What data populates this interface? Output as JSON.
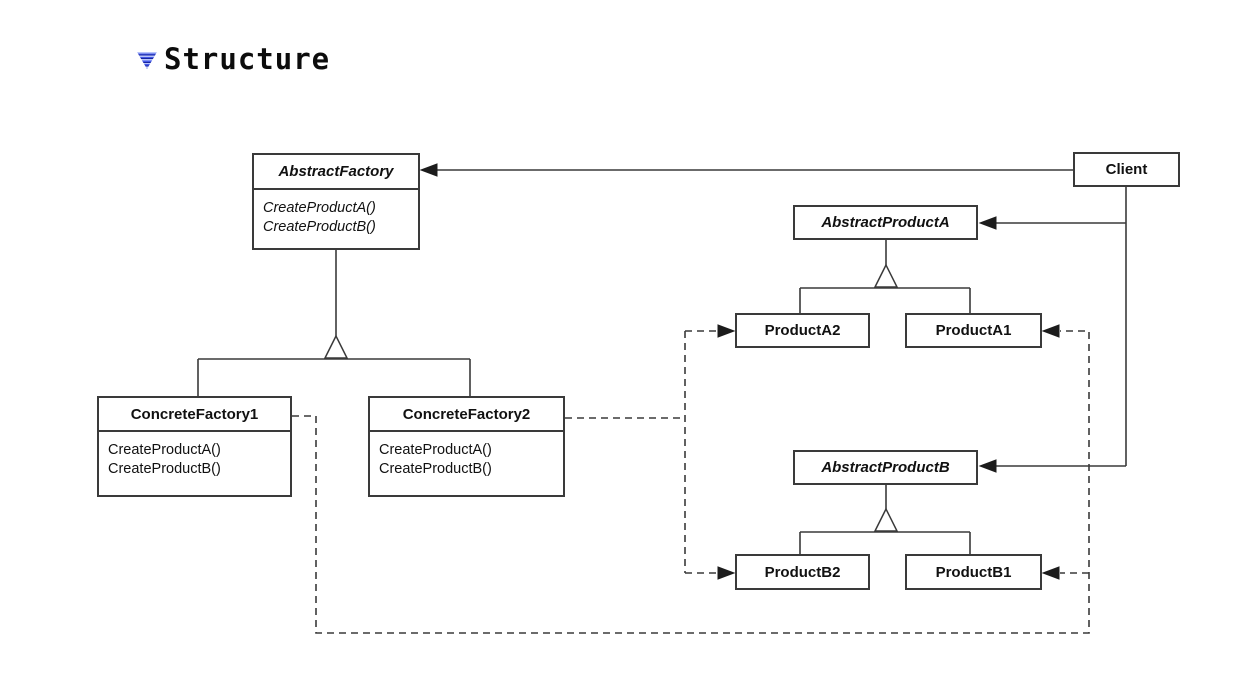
{
  "heading": {
    "label": "Structure"
  },
  "colors": {
    "line": "#3a3a3a",
    "box_fill": "#ffffff",
    "marker_blue": "#2b3be0",
    "text": "#111111"
  },
  "diagram": {
    "classes": {
      "abstract_factory": {
        "name": "AbstractFactory",
        "methods": [
          "CreateProductA()",
          "CreateProductB()"
        ]
      },
      "client": {
        "name": "Client"
      },
      "abstract_product_a": {
        "name": "AbstractProductA"
      },
      "product_a2": {
        "name": "ProductA2"
      },
      "product_a1": {
        "name": "ProductA1"
      },
      "abstract_product_b": {
        "name": "AbstractProductB"
      },
      "product_b2": {
        "name": "ProductB2"
      },
      "product_b1": {
        "name": "ProductB1"
      },
      "concrete_factory_1": {
        "name": "ConcreteFactory1",
        "methods": [
          "CreateProductA()",
          "CreateProductB()"
        ]
      },
      "concrete_factory_2": {
        "name": "ConcreteFactory2",
        "methods": [
          "CreateProductA()",
          "CreateProductB()"
        ]
      }
    }
  }
}
